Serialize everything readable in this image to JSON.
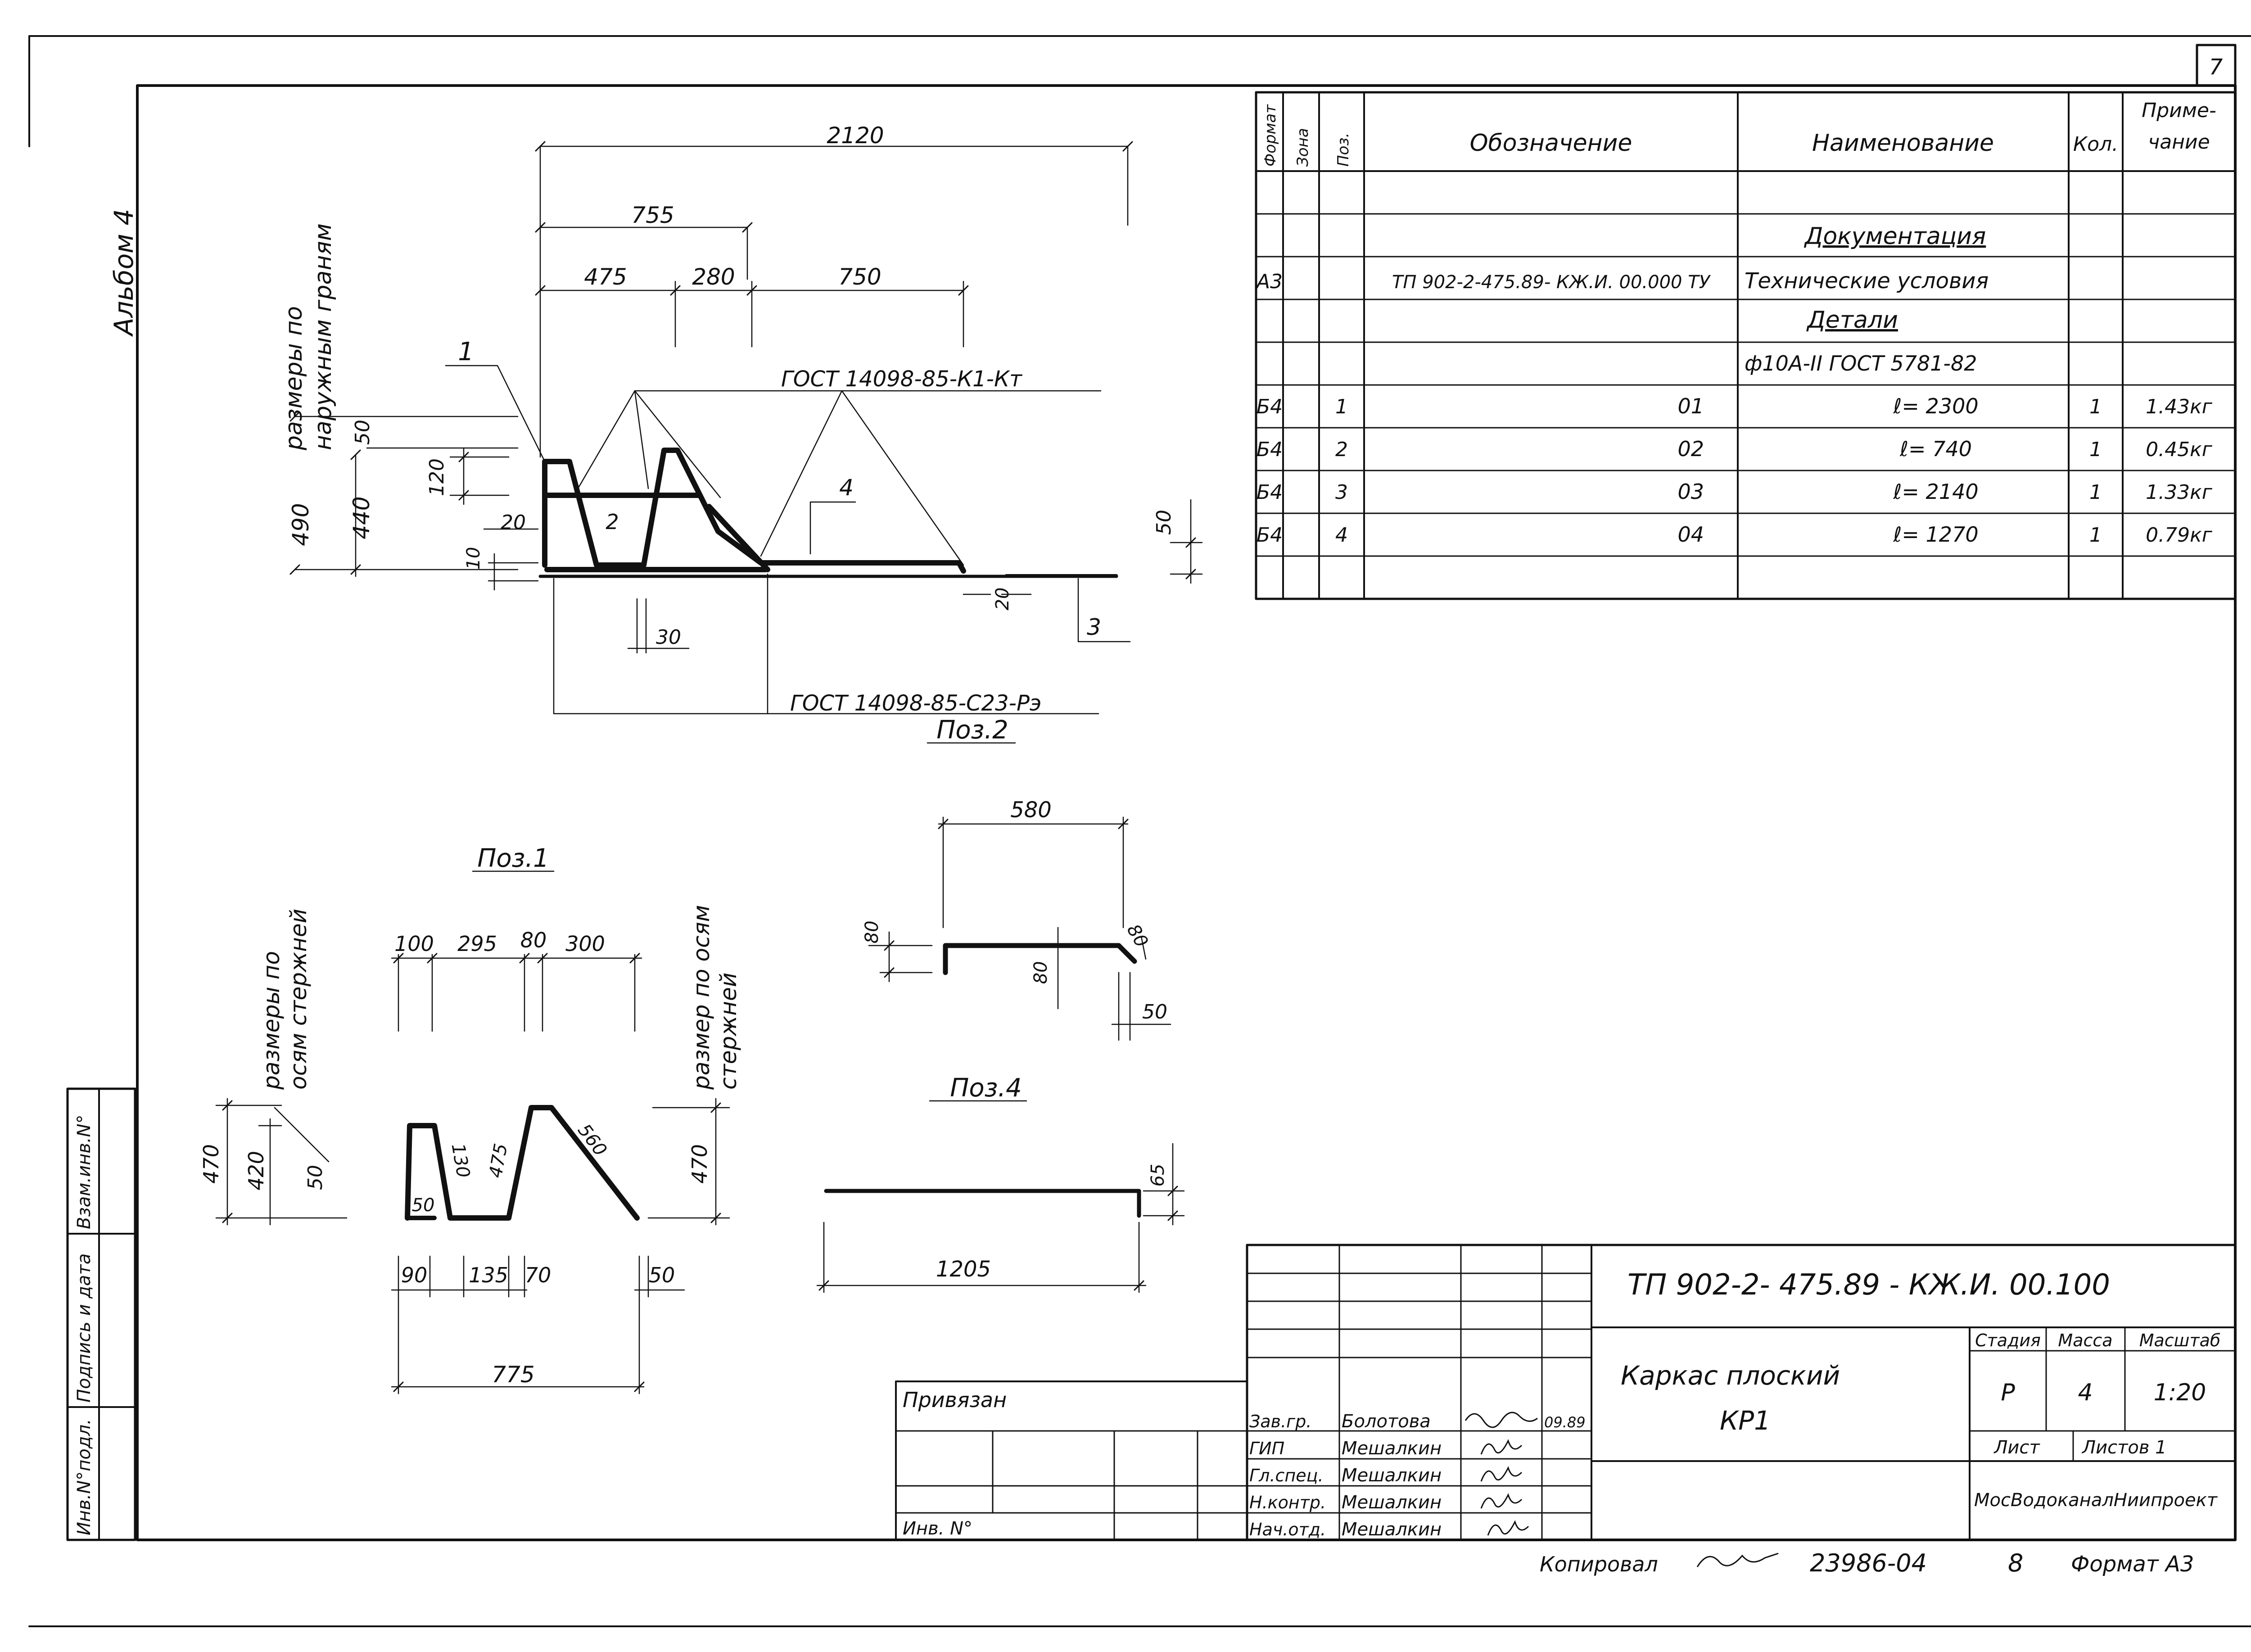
{
  "sheet": {
    "page_number": "7",
    "album": "Альбом 4"
  },
  "spec_table": {
    "headers": {
      "format": "Формат",
      "zone": "Зона",
      "pos": "Поз.",
      "designation": "Обозначение",
      "name": "Наименование",
      "qty": "Кол.",
      "note_line1": "Приме-",
      "note_line2": "чание"
    },
    "section_doc": "Документация",
    "doc_row": {
      "format": "А3",
      "designation": "ТП 902-2-475.89- КЖ.И. 00.000 ТУ",
      "name": "Технические условия"
    },
    "section_parts": "Детали",
    "material": "ф10А-II ГОСТ 5781-82",
    "rows": [
      {
        "format": "Б4",
        "pos": "1",
        "designation": "01",
        "name": "ℓ= 2300",
        "qty": "1",
        "note": "1.43кг"
      },
      {
        "format": "Б4",
        "pos": "2",
        "designation": "02",
        "name": "ℓ= 740",
        "qty": "1",
        "note": "0.45кг"
      },
      {
        "format": "Б4",
        "pos": "3",
        "designation": "03",
        "name": "ℓ= 2140",
        "qty": "1",
        "note": "1.33кг"
      },
      {
        "format": "Б4",
        "pos": "4",
        "designation": "04",
        "name": "ℓ= 1270",
        "qty": "1",
        "note": "0.79кг"
      }
    ]
  },
  "main_view": {
    "dims": {
      "d2120": "2120",
      "d755": "755",
      "d475": "475",
      "d280": "280",
      "d750": "750",
      "d490": "490",
      "d440": "440",
      "d50a": "50",
      "d120": "120",
      "d20a": "20",
      "d10": "10",
      "d50b": "50",
      "d20b": "20",
      "d30": "30"
    },
    "pos_labels": {
      "p1": "1",
      "p2": "2",
      "p3": "3",
      "p4": "4"
    },
    "gost_top": "ГОСТ 14098-85-К1-Кт",
    "gost_bottom": "ГОСТ 14098-85-С23-Рэ",
    "side_note_line1": "размеры по",
    "side_note_line2": "наружным граням"
  },
  "pos1": {
    "title": "Поз.1",
    "dims_top": [
      "100",
      "295",
      "80",
      "300"
    ],
    "dims_bottom": [
      "90",
      "135",
      "70",
      "50"
    ],
    "total": "775",
    "left": [
      "470",
      "420",
      "50"
    ],
    "inner": [
      "50",
      "130",
      "475",
      "560"
    ],
    "right": "470",
    "note_left_line1": "размеры по",
    "note_left_line2": "осям стержней",
    "note_right_line1": "размер по осям",
    "note_right_line2": "стержней"
  },
  "pos2": {
    "title": "Поз.2",
    "dims": [
      "580",
      "80",
      "80",
      "80",
      "50"
    ]
  },
  "pos4": {
    "title": "Поз.4",
    "dims": [
      "1205",
      "65"
    ]
  },
  "title_block": {
    "doc_code": "ТП 902-2- 475.89 - КЖ.И. 00.100",
    "title_line1": "Каркас плоский",
    "title_line2": "КР1",
    "stage_label": "Стадия",
    "mass_label": "Масса",
    "scale_label": "Масштаб",
    "stage": "Р",
    "mass": "4",
    "scale": "1:20",
    "sheet_label": "Лист",
    "sheets_label": "Листов 1",
    "org": "МосВодоканалНиипроект",
    "privyazan": "Привязан",
    "inv_no": "Инв. N°",
    "people": [
      {
        "role": "Зав.гр.",
        "name": "Болотова",
        "date": "09.89"
      },
      {
        "role": "ГИП",
        "name": "Мешалкин",
        "date": ""
      },
      {
        "role": "Гл.спец.",
        "name": "Мешалкин",
        "date": ""
      },
      {
        "role": "Н.контр.",
        "name": "Мешалкин",
        "date": ""
      },
      {
        "role": "Нач.отд.",
        "name": "Мешалкин",
        "date": ""
      }
    ]
  },
  "footer": {
    "copied": "Копировал",
    "number": "23986-04",
    "sheet": "8",
    "format": "Формат А3"
  },
  "side_stamp": {
    "s1": "Взам.инв.N°",
    "s2": "Подпись и дата",
    "s3": "Инв.N°подл."
  }
}
